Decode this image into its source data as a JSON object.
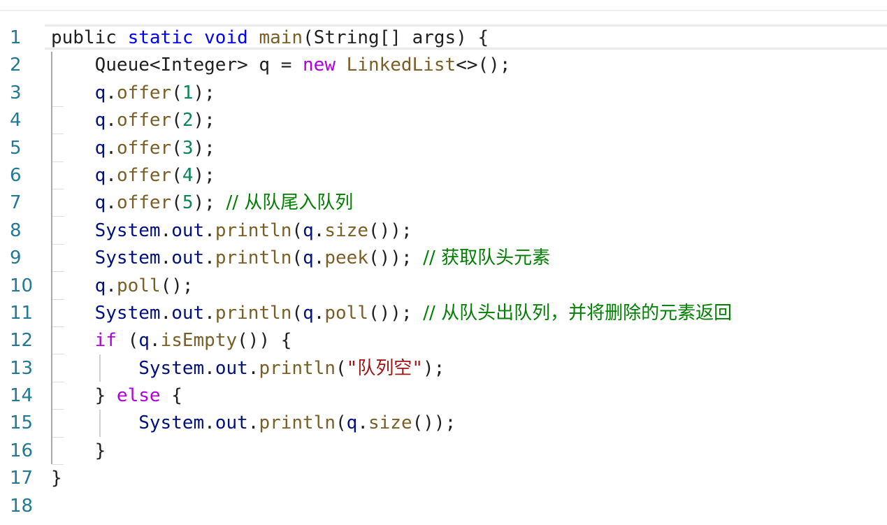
{
  "editor": {
    "language": "java",
    "lines": [
      {
        "no": "1",
        "tokens": [
          {
            "t": "public ",
            "c": "plain"
          },
          {
            "t": "static",
            "c": "kw"
          },
          {
            "t": " ",
            "c": "plain"
          },
          {
            "t": "void",
            "c": "kw"
          },
          {
            "t": " ",
            "c": "plain"
          },
          {
            "t": "main",
            "c": "fn"
          },
          {
            "t": "(String[] args) {",
            "c": "plain"
          }
        ]
      },
      {
        "no": "2",
        "tokens": [
          {
            "t": "    Queue<Integer> q = ",
            "c": "plain"
          },
          {
            "t": "new",
            "c": "kw2"
          },
          {
            "t": " ",
            "c": "plain"
          },
          {
            "t": "LinkedList",
            "c": "fn"
          },
          {
            "t": "<>();",
            "c": "plain"
          }
        ]
      },
      {
        "no": "3",
        "tokens": [
          {
            "t": "    ",
            "c": "plain"
          },
          {
            "t": "q",
            "c": "var"
          },
          {
            "t": ".",
            "c": "plain"
          },
          {
            "t": "offer",
            "c": "fn"
          },
          {
            "t": "(",
            "c": "plain"
          },
          {
            "t": "1",
            "c": "num"
          },
          {
            "t": ");",
            "c": "plain"
          }
        ]
      },
      {
        "no": "4",
        "tokens": [
          {
            "t": "    ",
            "c": "plain"
          },
          {
            "t": "q",
            "c": "var"
          },
          {
            "t": ".",
            "c": "plain"
          },
          {
            "t": "offer",
            "c": "fn"
          },
          {
            "t": "(",
            "c": "plain"
          },
          {
            "t": "2",
            "c": "num"
          },
          {
            "t": ");",
            "c": "plain"
          }
        ]
      },
      {
        "no": "5",
        "tokens": [
          {
            "t": "    ",
            "c": "plain"
          },
          {
            "t": "q",
            "c": "var"
          },
          {
            "t": ".",
            "c": "plain"
          },
          {
            "t": "offer",
            "c": "fn"
          },
          {
            "t": "(",
            "c": "plain"
          },
          {
            "t": "3",
            "c": "num"
          },
          {
            "t": ");",
            "c": "plain"
          }
        ]
      },
      {
        "no": "6",
        "tokens": [
          {
            "t": "    ",
            "c": "plain"
          },
          {
            "t": "q",
            "c": "var"
          },
          {
            "t": ".",
            "c": "plain"
          },
          {
            "t": "offer",
            "c": "fn"
          },
          {
            "t": "(",
            "c": "plain"
          },
          {
            "t": "4",
            "c": "num"
          },
          {
            "t": ");",
            "c": "plain"
          }
        ]
      },
      {
        "no": "7",
        "tokens": [
          {
            "t": "    ",
            "c": "plain"
          },
          {
            "t": "q",
            "c": "var"
          },
          {
            "t": ".",
            "c": "plain"
          },
          {
            "t": "offer",
            "c": "fn"
          },
          {
            "t": "(",
            "c": "plain"
          },
          {
            "t": "5",
            "c": "num"
          },
          {
            "t": "); ",
            "c": "plain"
          },
          {
            "t": "// 从队尾入队列",
            "c": "cmt"
          }
        ]
      },
      {
        "no": "8",
        "tokens": [
          {
            "t": "    ",
            "c": "plain"
          },
          {
            "t": "System",
            "c": "var"
          },
          {
            "t": ".",
            "c": "plain"
          },
          {
            "t": "out",
            "c": "var"
          },
          {
            "t": ".",
            "c": "plain"
          },
          {
            "t": "println",
            "c": "fn"
          },
          {
            "t": "(",
            "c": "plain"
          },
          {
            "t": "q",
            "c": "var"
          },
          {
            "t": ".",
            "c": "plain"
          },
          {
            "t": "size",
            "c": "fn"
          },
          {
            "t": "());",
            "c": "plain"
          }
        ]
      },
      {
        "no": "9",
        "tokens": [
          {
            "t": "    ",
            "c": "plain"
          },
          {
            "t": "System",
            "c": "var"
          },
          {
            "t": ".",
            "c": "plain"
          },
          {
            "t": "out",
            "c": "var"
          },
          {
            "t": ".",
            "c": "plain"
          },
          {
            "t": "println",
            "c": "fn"
          },
          {
            "t": "(",
            "c": "plain"
          },
          {
            "t": "q",
            "c": "var"
          },
          {
            "t": ".",
            "c": "plain"
          },
          {
            "t": "peek",
            "c": "fn"
          },
          {
            "t": "()); ",
            "c": "plain"
          },
          {
            "t": "// 获取队头元素",
            "c": "cmt"
          }
        ]
      },
      {
        "no": "10",
        "tokens": [
          {
            "t": "    ",
            "c": "plain"
          },
          {
            "t": "q",
            "c": "var"
          },
          {
            "t": ".",
            "c": "plain"
          },
          {
            "t": "poll",
            "c": "fn"
          },
          {
            "t": "();",
            "c": "plain"
          }
        ]
      },
      {
        "no": "11",
        "tokens": [
          {
            "t": "    ",
            "c": "plain"
          },
          {
            "t": "System",
            "c": "var"
          },
          {
            "t": ".",
            "c": "plain"
          },
          {
            "t": "out",
            "c": "var"
          },
          {
            "t": ".",
            "c": "plain"
          },
          {
            "t": "println",
            "c": "fn"
          },
          {
            "t": "(",
            "c": "plain"
          },
          {
            "t": "q",
            "c": "var"
          },
          {
            "t": ".",
            "c": "plain"
          },
          {
            "t": "poll",
            "c": "fn"
          },
          {
            "t": "()); ",
            "c": "plain"
          },
          {
            "t": "// 从队头出队列，并将删除的元素返回",
            "c": "cmt"
          }
        ]
      },
      {
        "no": "12",
        "tokens": [
          {
            "t": "    ",
            "c": "plain"
          },
          {
            "t": "if",
            "c": "kw2"
          },
          {
            "t": " (",
            "c": "plain"
          },
          {
            "t": "q",
            "c": "var"
          },
          {
            "t": ".",
            "c": "plain"
          },
          {
            "t": "isEmpty",
            "c": "fn"
          },
          {
            "t": "()) {",
            "c": "plain"
          }
        ]
      },
      {
        "no": "13",
        "tokens": [
          {
            "t": "        ",
            "c": "plain"
          },
          {
            "t": "System",
            "c": "var"
          },
          {
            "t": ".",
            "c": "plain"
          },
          {
            "t": "out",
            "c": "var"
          },
          {
            "t": ".",
            "c": "plain"
          },
          {
            "t": "println",
            "c": "fn"
          },
          {
            "t": "(",
            "c": "plain"
          },
          {
            "t": "\"队列空\"",
            "c": "str"
          },
          {
            "t": ");",
            "c": "plain"
          }
        ]
      },
      {
        "no": "14",
        "tokens": [
          {
            "t": "    } ",
            "c": "plain"
          },
          {
            "t": "else",
            "c": "kw2"
          },
          {
            "t": " {",
            "c": "plain"
          }
        ]
      },
      {
        "no": "15",
        "tokens": [
          {
            "t": "        ",
            "c": "plain"
          },
          {
            "t": "System",
            "c": "var"
          },
          {
            "t": ".",
            "c": "plain"
          },
          {
            "t": "out",
            "c": "var"
          },
          {
            "t": ".",
            "c": "plain"
          },
          {
            "t": "println",
            "c": "fn"
          },
          {
            "t": "(",
            "c": "plain"
          },
          {
            "t": "q",
            "c": "var"
          },
          {
            "t": ".",
            "c": "plain"
          },
          {
            "t": "size",
            "c": "fn"
          },
          {
            "t": "());",
            "c": "plain"
          }
        ]
      },
      {
        "no": "16",
        "tokens": [
          {
            "t": "    }",
            "c": "plain"
          }
        ]
      },
      {
        "no": "17",
        "tokens": [
          {
            "t": "}",
            "c": "plain"
          }
        ]
      },
      {
        "no": "18",
        "tokens": []
      }
    ]
  },
  "colors": {
    "keyword": "#0000ff",
    "control_keyword": "#af00db",
    "function": "#795e26",
    "variable": "#001080",
    "number": "#098658",
    "string": "#a31515",
    "comment": "#008000",
    "line_number": "#237893"
  }
}
